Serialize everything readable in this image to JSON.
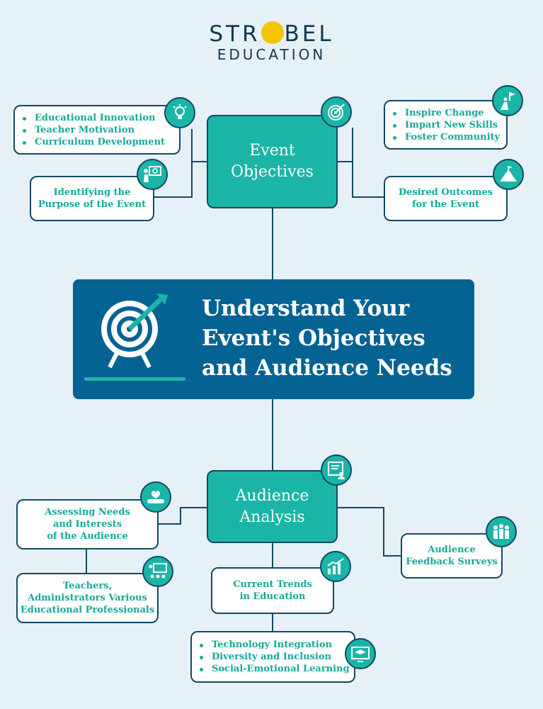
{
  "logo": {
    "line1_left": "STR",
    "line1_right": "BEL",
    "line2": "EDUCATION"
  },
  "main": {
    "line1": "Understand Your",
    "line2": "Event's Objectives",
    "line3": "and Audience Needs"
  },
  "event_objectives": {
    "line1": "Event",
    "line2": "Objectives"
  },
  "audience_analysis": {
    "line1": "Audience",
    "line2": "Analysis"
  },
  "boxes": {
    "focus_areas": [
      "Educational Innovation",
      "Teacher Motivation",
      "Curriculum Development"
    ],
    "identifying_purpose": {
      "line1": "Identifying the",
      "line2": "Purpose of the Event"
    },
    "goals": [
      "Inspire Change",
      "Impart New Skills",
      "Foster Community"
    ],
    "desired_outcomes": {
      "line1": "Desired Outcomes",
      "line2": "for the Event"
    },
    "assessing_needs": {
      "line1": "Assessing Needs",
      "line2": "and Interests",
      "line3": "of the Audience"
    },
    "audience_types": {
      "line1": "Teachers,",
      "line2": "Administrators Various",
      "line3": "Educational Professionals"
    },
    "current_trends": {
      "line1": "Current Trends",
      "line2": "in Education"
    },
    "feedback_surveys": {
      "line1": "Audience",
      "line2": "Feedback Surveys"
    },
    "trends_list": [
      "Technology Integration",
      "Diversity and Inclusion",
      "Social-Emotional Learning"
    ]
  },
  "icons": [
    "lightbulb-icon",
    "presentation-target-icon",
    "target-icon",
    "climber-flag-icon",
    "mountain-flag-icon",
    "target-arrow-icon",
    "handshake-heart-icon",
    "classroom-icon",
    "checklist-user-icon",
    "growth-chart-icon",
    "team-celebrate-icon",
    "graduation-screen-icon"
  ],
  "colors": {
    "background": "#e6f0f7",
    "teal": "#1bb5a7",
    "navy": "#114a63",
    "main_blue": "#056394",
    "logo_yellow": "#f5c400"
  }
}
